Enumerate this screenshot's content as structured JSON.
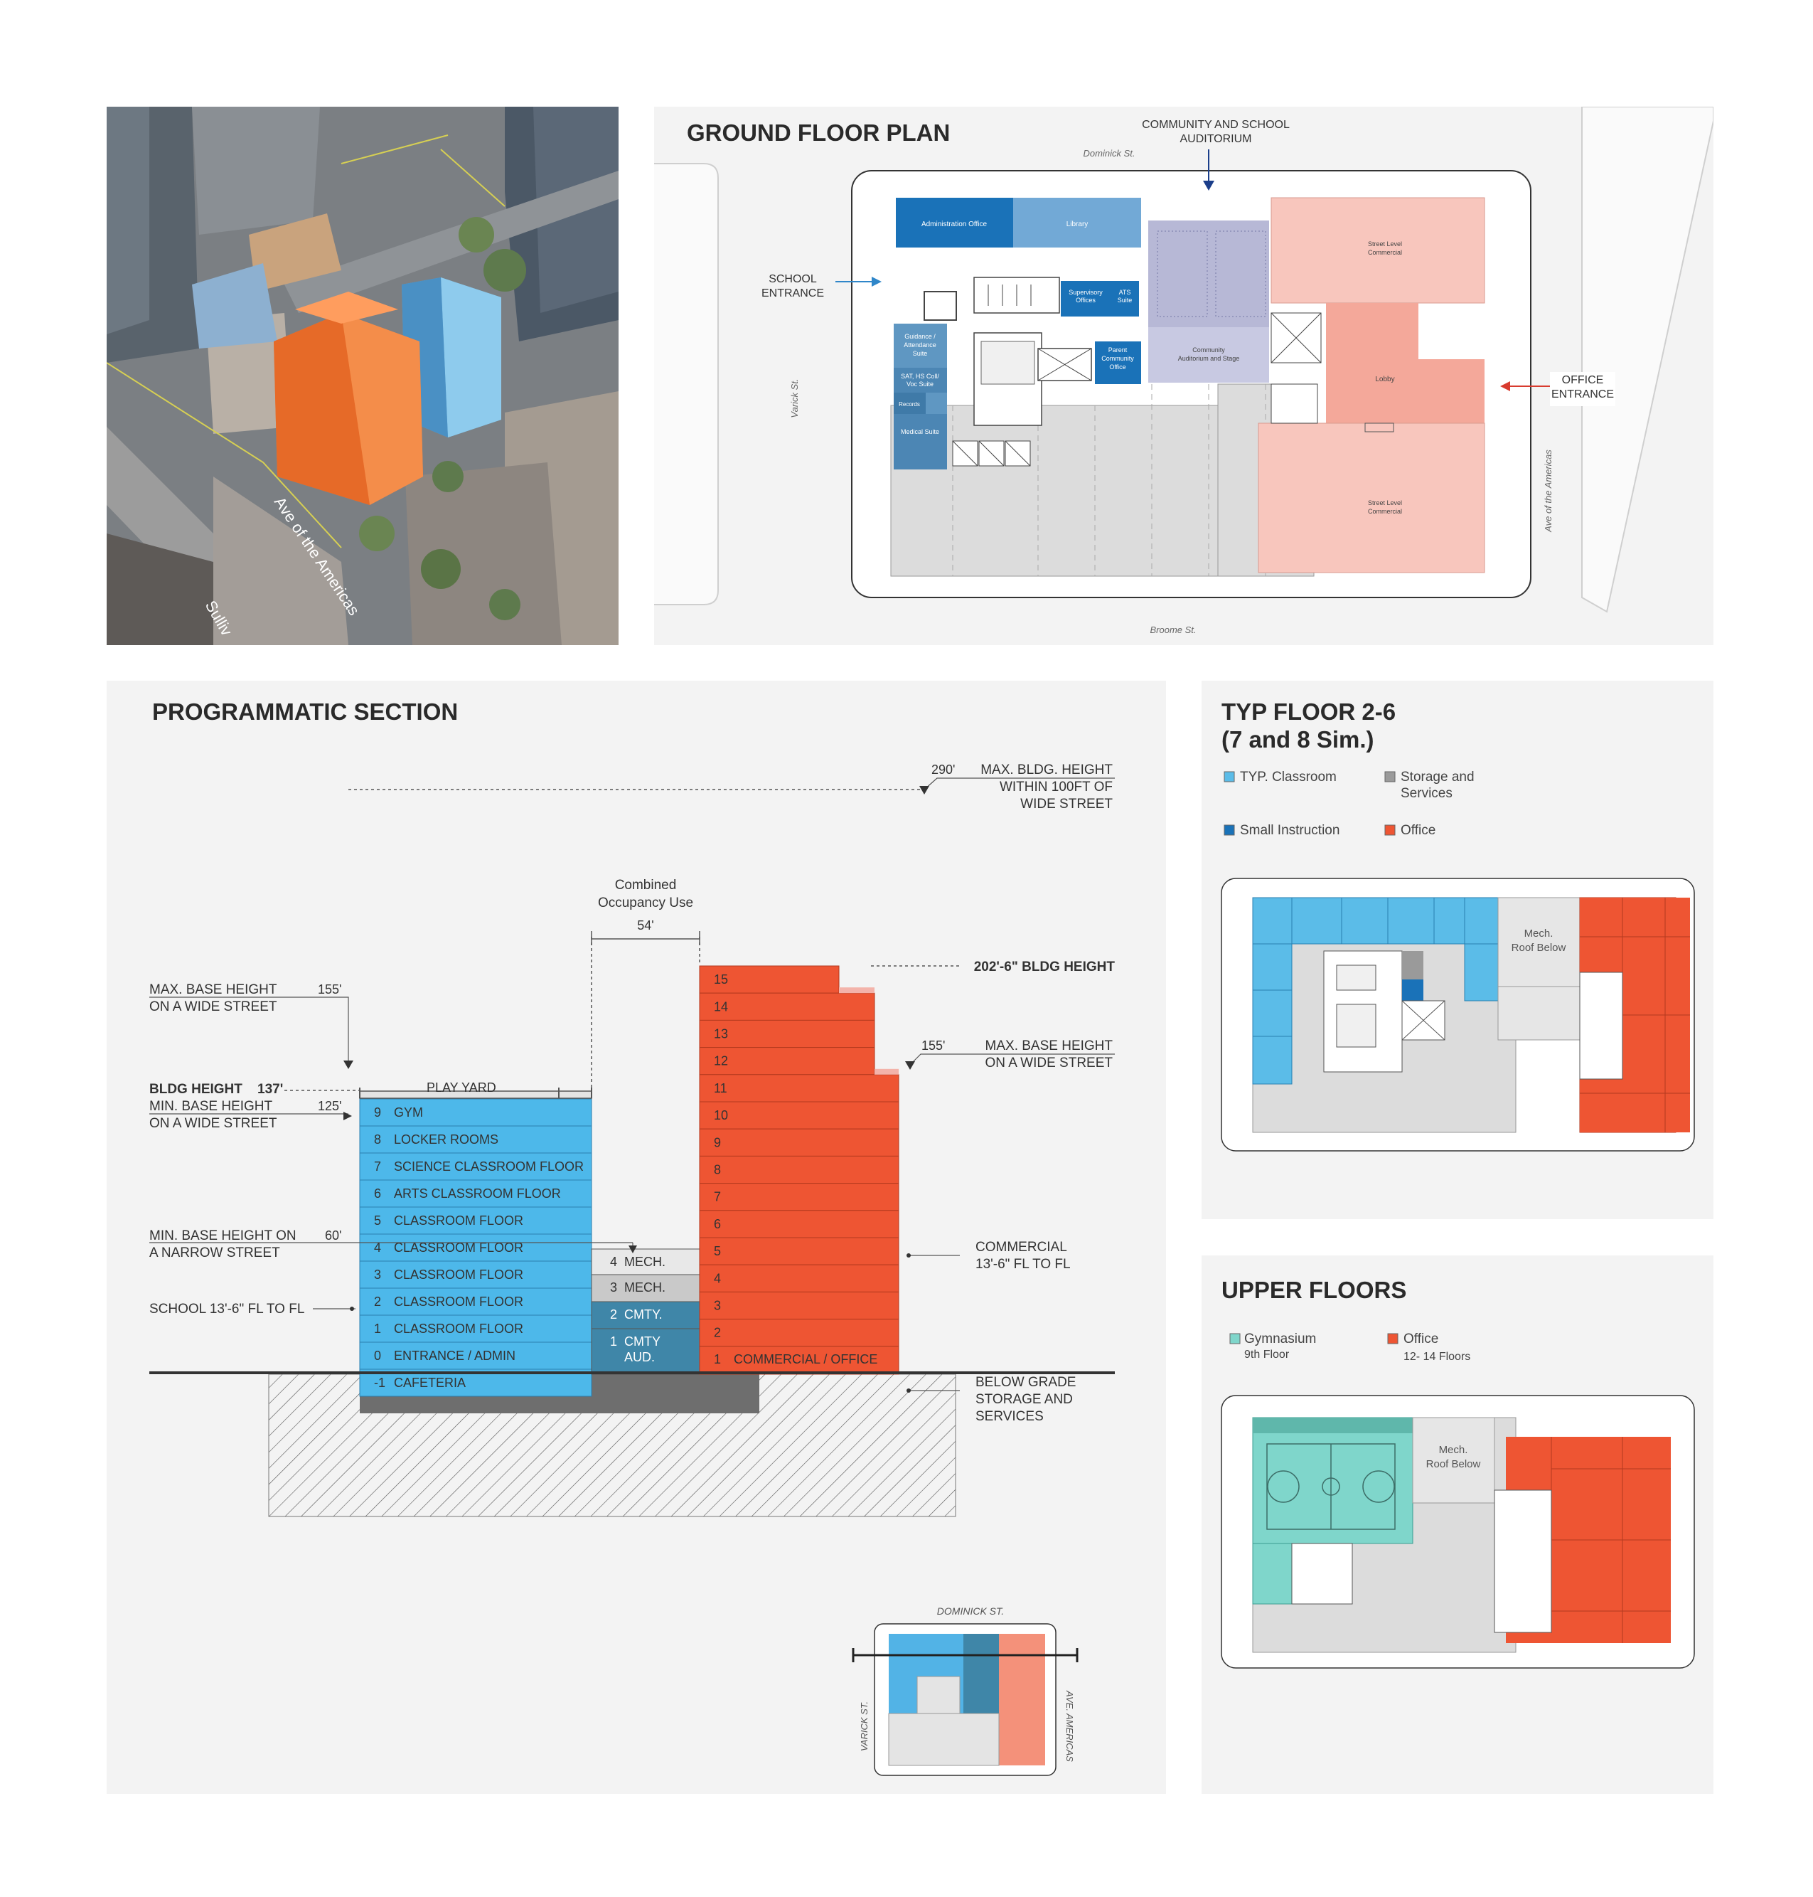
{
  "aerial": {
    "street_labels": [
      "Ave of the Americas",
      "Sulliv"
    ]
  },
  "ground_floor": {
    "title": "GROUND FLOOR PLAN",
    "auditorium_callout": [
      "COMMUNITY AND SCHOOL",
      "AUDITORIUM"
    ],
    "school_entrance": [
      "SCHOOL",
      "ENTRANCE"
    ],
    "office_entrance": [
      "OFFICE",
      "ENTRANCE"
    ],
    "streets": {
      "north": "Dominick St.",
      "south": "Broome St.",
      "west": "Varick St.",
      "east": "Ave of the Americas"
    },
    "rooms": {
      "admin": "Administration Office",
      "library": "Library",
      "supervisory": [
        "Supervisory",
        "Offices"
      ],
      "ats": [
        "ATS",
        "Suite"
      ],
      "guidance": [
        "Guidance /",
        "Attendance",
        "Suite"
      ],
      "sat": [
        "SAT, HS Coll/",
        "Voc Suite"
      ],
      "records": "Records",
      "medical": "Medical Suite",
      "parent": [
        "Parent",
        "Community",
        "Office"
      ],
      "auditorium": [
        "Community",
        "Auditorium and Stage"
      ],
      "street_commercial_n": [
        "Street Level",
        "Commercial"
      ],
      "lobby": "Lobby",
      "street_commercial_s": [
        "Street Level",
        "Commercial"
      ]
    }
  },
  "section": {
    "title": "PROGRAMMATIC SECTION",
    "max_bldg": {
      "value": "290'",
      "label": [
        "MAX. BLDG. HEIGHT",
        "WITHIN 100FT OF",
        "WIDE STREET"
      ]
    },
    "combined": [
      "Combined",
      "Occupancy Use"
    ],
    "gap_width": "54'",
    "bldg_height_office": "202'-6\" BLDG HEIGHT",
    "max_base_left": {
      "label": [
        "MAX. BASE HEIGHT",
        "ON A WIDE STREET"
      ],
      "value": "155'"
    },
    "max_base_right": {
      "label": [
        "MAX. BASE HEIGHT",
        "ON A WIDE STREET"
      ],
      "value": "155'"
    },
    "bldg_height_school": {
      "label": "BLDG HEIGHT",
      "value": "137'"
    },
    "min_base_wide": {
      "label": [
        "MIN. BASE HEIGHT",
        "ON A WIDE STREET"
      ],
      "value": "125'"
    },
    "min_base_narrow": {
      "label": [
        "MIN. BASE HEIGHT ON",
        "A NARROW STREET"
      ],
      "value": "60'"
    },
    "school_fl": "SCHOOL 13'-6\" FL TO FL",
    "commercial": [
      "COMMERCIAL",
      "13'-6\" FL TO FL"
    ],
    "below_grade": [
      "BELOW GRADE",
      "STORAGE AND",
      "SERVICES"
    ],
    "play_yard": "PLAY YARD",
    "school_floors": [
      {
        "num": "9",
        "name": "GYM"
      },
      {
        "num": "8",
        "name": "LOCKER ROOMS"
      },
      {
        "num": "7",
        "name": "SCIENCE CLASSROOM FLOOR"
      },
      {
        "num": "6",
        "name": "ARTS CLASSROOM FLOOR"
      },
      {
        "num": "5",
        "name": "CLASSROOM FLOOR"
      },
      {
        "num": "4",
        "name": "CLASSROOM FLOOR"
      },
      {
        "num": "3",
        "name": "CLASSROOM FLOOR"
      },
      {
        "num": "2",
        "name": "CLASSROOM FLOOR"
      },
      {
        "num": "1",
        "name": "CLASSROOM FLOOR"
      },
      {
        "num": "0",
        "name": "ENTRANCE / ADMIN"
      },
      {
        "num": "-1",
        "name": "CAFETERIA"
      }
    ],
    "middle_floors": [
      {
        "num": "4",
        "name": "MECH."
      },
      {
        "num": "3",
        "name": "MECH."
      },
      {
        "num": "2",
        "name": "CMTY."
      },
      {
        "num": "1",
        "name": "CMTY",
        "name2": "AUD."
      }
    ],
    "office_floors": [
      "15",
      "14",
      "13",
      "12",
      "11",
      "10",
      "9",
      "8",
      "7",
      "6",
      "5",
      "4",
      "3",
      "2"
    ],
    "office_ground": {
      "num": "1",
      "name": "COMMERCIAL / OFFICE"
    },
    "keyplan": {
      "north": "DOMINICK ST.",
      "west": "VARICK ST.",
      "east": "AVE. AMERICAS"
    }
  },
  "typ_floor": {
    "title": [
      "TYP FLOOR 2-6",
      "(7 and 8 Sim.)"
    ],
    "legend": [
      {
        "label": "TYP. Classroom",
        "color": "#5bbce8"
      },
      {
        "label": "Storage and",
        "label2": "Services",
        "color": "#9a9a9a"
      },
      {
        "label": "Small Instruction",
        "color": "#1a72b8"
      },
      {
        "label": "Office",
        "color": "#ee5533"
      }
    ],
    "mech": [
      "Mech.",
      "Roof Below"
    ]
  },
  "upper_floors": {
    "title": "UPPER FLOORS",
    "legend": [
      {
        "label": "Gymnasium",
        "sub": "9th Floor",
        "color": "#7fd6cb"
      },
      {
        "label": "Office",
        "sub": "12- 14 Floors",
        "color": "#ee5533"
      }
    ],
    "mech": [
      "Mech.",
      "Roof Below"
    ]
  },
  "colors": {
    "school": "#4db8ea",
    "office": "#ee5533",
    "mech": "#dcdcdc",
    "community": "#3f86a8",
    "below": "#6e6e6e",
    "gym": "#7fd6cb"
  }
}
